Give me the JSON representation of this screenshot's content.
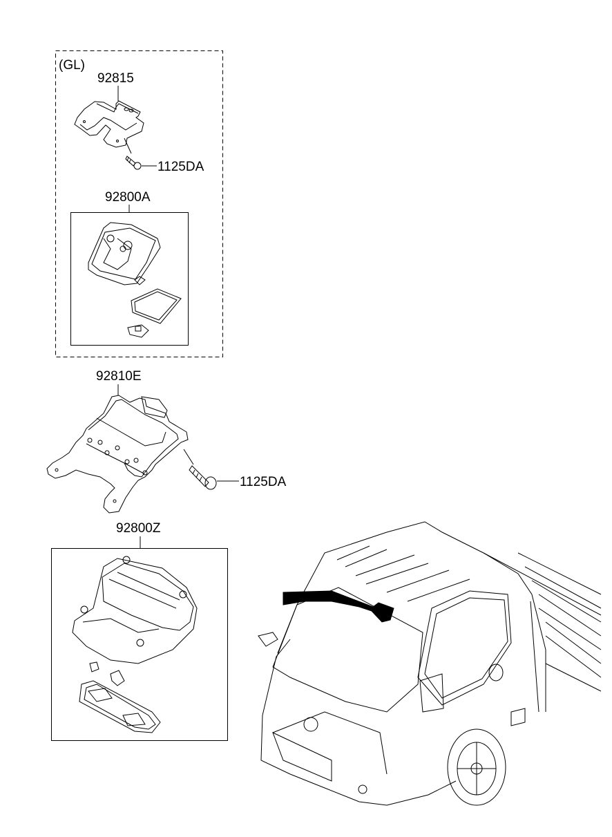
{
  "diagram": {
    "groups": [
      {
        "id": "gl",
        "label": "(GL)",
        "style": "dashed"
      }
    ],
    "parts": [
      {
        "number": "92815",
        "name": "bracket-gl"
      },
      {
        "number": "1125DA",
        "name": "screw-upper"
      },
      {
        "number": "92800A",
        "name": "overhead-lamp-assembly-gl"
      },
      {
        "number": "92810E",
        "name": "bracket-main"
      },
      {
        "number": "1125DA",
        "name": "screw-lower"
      },
      {
        "number": "92800Z",
        "name": "overhead-lamp-assembly"
      }
    ],
    "colors": {
      "line": "#000000",
      "background": "#ffffff",
      "highlight": "#000000"
    }
  }
}
